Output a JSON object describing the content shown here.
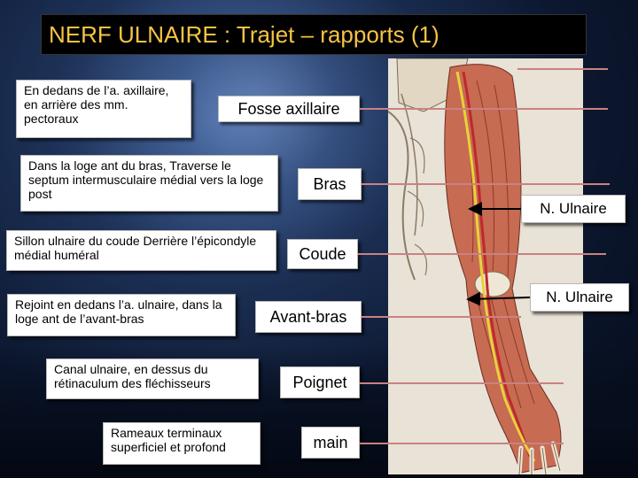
{
  "title": "NERF ULNAIRE : Trajet – rapports (1)",
  "rows": [
    {
      "description": "En  dedans de l’a. axillaire, en arrière des mm. pectoraux",
      "region": "Fosse axillaire"
    },
    {
      "description": "Dans la loge ant du bras, Traverse le septum intermusculaire médial vers la loge post",
      "region": "Bras"
    },
    {
      "description": "Sillon ulnaire du coude Derrière l’épicondyle médial huméral",
      "region": "Coude"
    },
    {
      "description": "Rejoint en dedans l’a. ulnaire, dans la loge ant de l’avant-bras",
      "region": "Avant-bras"
    },
    {
      "description": "Canal ulnaire, en dessus du rétinaculum des fléchisseurs",
      "region": "Poignet"
    },
    {
      "description": "Rameaux terminaux superficiel et profond",
      "region": "main"
    }
  ],
  "figure": {
    "callouts": [
      "N. Ulnaire",
      "N. Ulnaire"
    ],
    "colors": {
      "nerve": "#e8d23a",
      "artery": "#c0282c",
      "muscle": "#b0553a",
      "bone": "#efe7d6"
    }
  }
}
